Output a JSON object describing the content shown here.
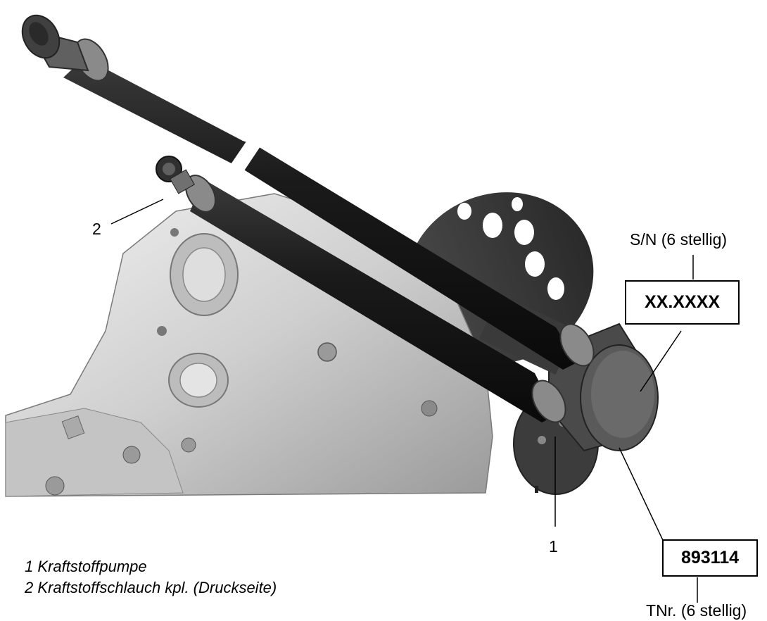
{
  "callouts": {
    "item1": "1",
    "item2": "2"
  },
  "serial": {
    "caption": "S/N (6 stellig)",
    "value": "XX.XXXX"
  },
  "part": {
    "caption": "TNr. (6 stellig)",
    "value": "893114"
  },
  "legend": [
    {
      "text": "1 Kraftstoffpumpe"
    },
    {
      "text": "2 Kraftstoffschlauch kpl. (Druckseite)"
    }
  ],
  "colors": {
    "hose": "#1c1c1c",
    "housing": "#d6d6d6",
    "fitting": "#8a8a8a",
    "pump": "#3a3a3a"
  }
}
